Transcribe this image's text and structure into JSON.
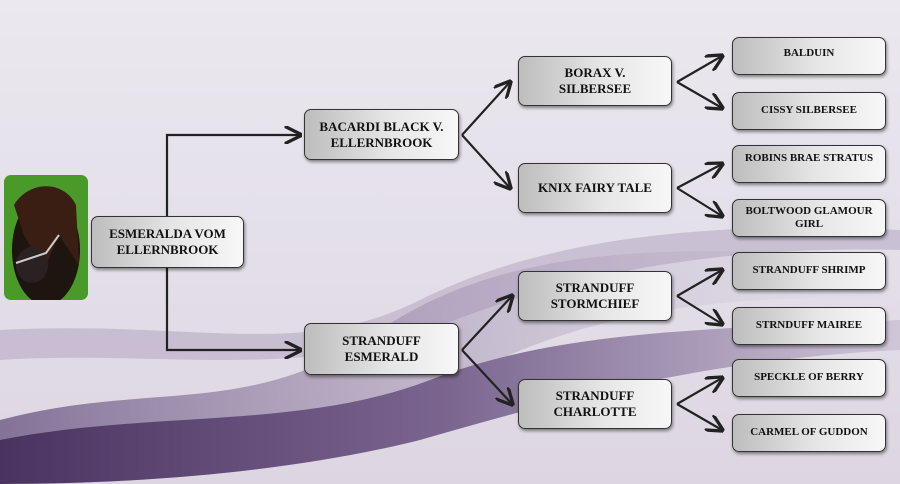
{
  "pedigree": {
    "subject": "ESMERALDA  VOM ELLERNBROOK",
    "sire": "BACARDI BLACK V. ELLERNBROOK",
    "dam": "STRANDUFF ESMERALD",
    "sire_sire": "BORAX V. SILBERSEE",
    "sire_dam": "KNIX FAIRY  TALE",
    "dam_sire": "STRANDUFF STORMCHIEF",
    "dam_dam": "STRANDUFF CHARLOTTE",
    "gen3": [
      "BALDUIN",
      "CISSY SILBERSEE",
      "ROBINS BRAE STRATUS",
      "BOLTWOOD GLAMOUR GIRL",
      "STRANDUFF SHRIMP",
      "STRNDUFF MAIREE",
      "SPECKLE OF BERRY",
      "CARMEL OF GUDDON"
    ]
  },
  "colors": {
    "background": "#e8e4ec",
    "wave": "#5a4270",
    "line": "#222222"
  }
}
